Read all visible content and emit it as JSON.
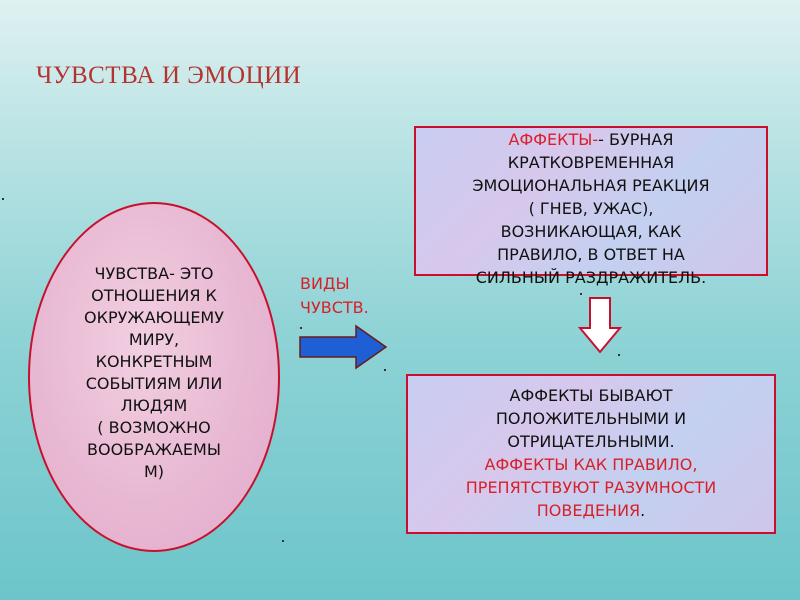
{
  "title": "ЧУВСТВА  И  ЭМОЦИИ",
  "ellipse": {
    "lines": [
      "ЧУВСТВА-  ЭТО",
      "ОТНОШЕНИЯ К",
      "ОКРУЖАЮЩЕМУ",
      "МИРУ,",
      "КОНКРЕТНЫМ",
      "СОБЫТИЯМ ИЛИ",
      "ЛЮДЯМ",
      "( ВОЗМОЖНО",
      "ВООБРАЖАЕМЫ",
      "М)"
    ]
  },
  "kinds": {
    "line1": "ВИДЫ",
    "line2": "ЧУВСТВ."
  },
  "box1": {
    "term": "АФФЕКТЫ-",
    "first_rest": "- БУРНАЯ",
    "lines": [
      "КРАТКОВРЕМЕННАЯ",
      "ЭМОЦИОНАЛЬНАЯ  РЕАКЦИЯ",
      "( ГНЕВ, УЖАС),",
      "ВОЗНИКАЮЩАЯ, КАК",
      "ПРАВИЛО, В ОТВЕТ НА",
      "СИЛЬНЫЙ РАЗДРАЖИТЕЛЬ."
    ]
  },
  "box2": {
    "black_lines": [
      "АФФЕКТЫ БЫВАЮТ",
      "ПОЛОЖИТЕЛЬНЫМИ И",
      "ОТРИЦАТЕЛЬНЫМИ."
    ],
    "red_lines": [
      "АФФЕКТЫ КАК ПРАВИЛО,",
      "ПРЕПЯТСТВУЮТ РАЗУМНОСТИ"
    ],
    "last_red": "ПОВЕДЕНИЯ",
    "last_black": "."
  },
  "colors": {
    "accent_red": "#d8202a",
    "arrow_blue": "#1f5fd6"
  }
}
